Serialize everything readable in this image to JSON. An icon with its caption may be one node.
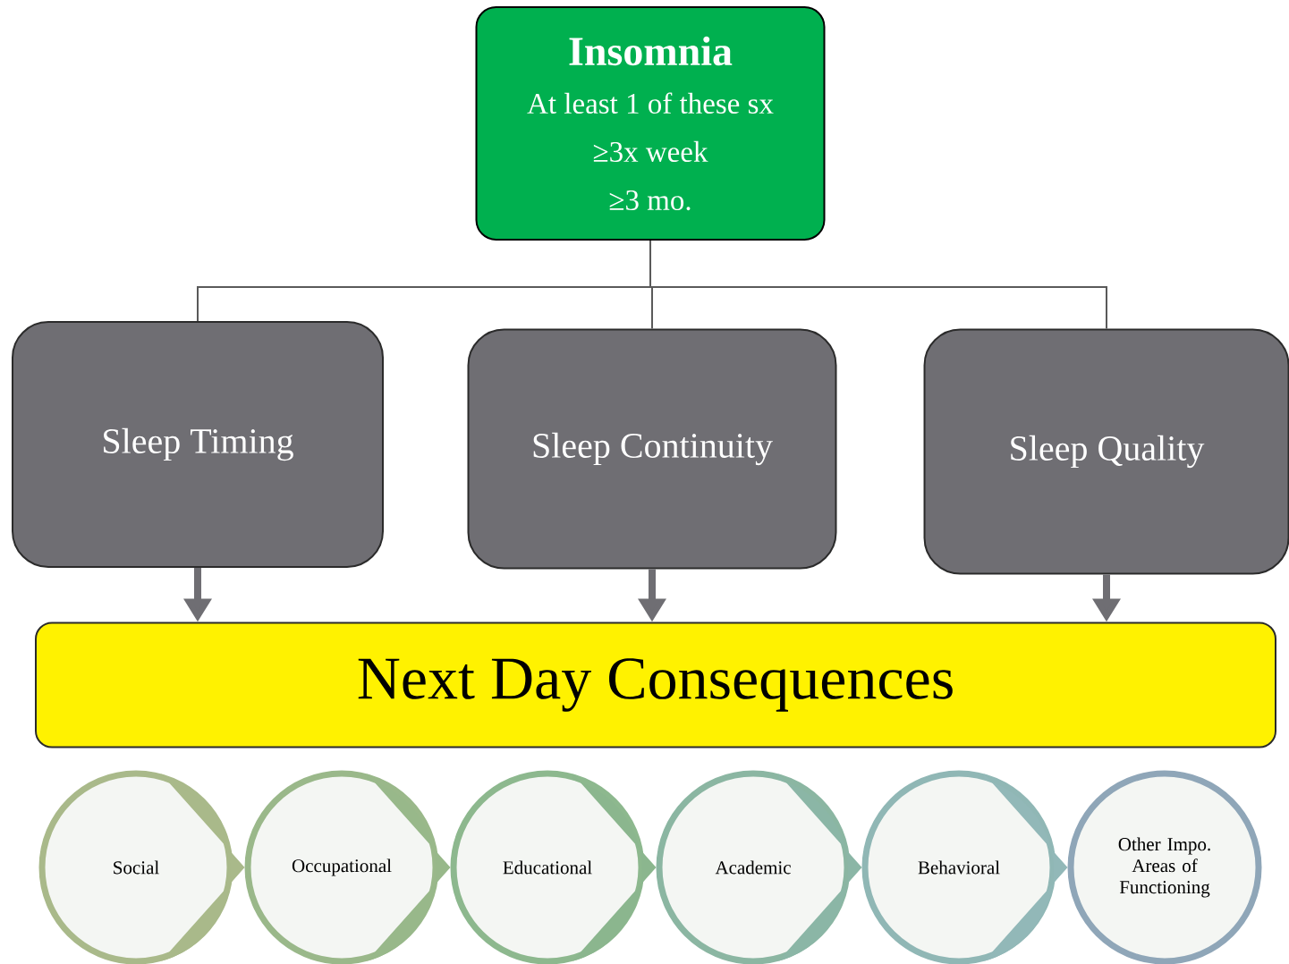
{
  "diagram": {
    "nodes": [
      {
        "text": [
          "Insomnia",
          "At least 1 of these sx",
          "≥3x week",
          "≥3 mo."
        ]
      },
      {
        "text": [
          "Sleep Timing"
        ]
      },
      {
        "text": [
          "Sleep Continuity"
        ]
      },
      {
        "text": [
          "Sleep Quality"
        ]
      },
      {
        "text": [
          "Next Day Consequences"
        ]
      },
      {
        "text": [
          "Social"
        ]
      },
      {
        "text": [
          "Occupational"
        ]
      },
      {
        "text": [
          "Educational"
        ]
      },
      {
        "text": [
          "Academic"
        ]
      },
      {
        "text": [
          "Behavioral"
        ]
      },
      {
        "text": [
          "Other Impo. Areas of Functioning"
        ]
      }
    ],
    "edges": [
      {
        "from": 0,
        "to": 1,
        "arrow": "none"
      },
      {
        "from": 0,
        "to": 2,
        "arrow": "none"
      },
      {
        "from": 0,
        "to": 3,
        "arrow": "none"
      },
      {
        "from": 1,
        "to": 4,
        "arrow": "to",
        "style": "thick"
      },
      {
        "from": 2,
        "to": 4,
        "arrow": "to",
        "style": "thick"
      },
      {
        "from": 3,
        "to": 4,
        "arrow": "to",
        "style": "thick"
      },
      {
        "from": 5,
        "to": 6,
        "arrow": "to",
        "color": "#a9b98a"
      },
      {
        "from": 6,
        "to": 7,
        "arrow": "to",
        "color": "#98b88a"
      },
      {
        "from": 7,
        "to": 8,
        "arrow": "to",
        "color": "#8bb68e"
      },
      {
        "from": 8,
        "to": 9,
        "arrow": "to",
        "color": "#8bb6a6"
      },
      {
        "from": 9,
        "to": 10,
        "arrow": "to",
        "color": "#92b8b8"
      }
    ]
  }
}
